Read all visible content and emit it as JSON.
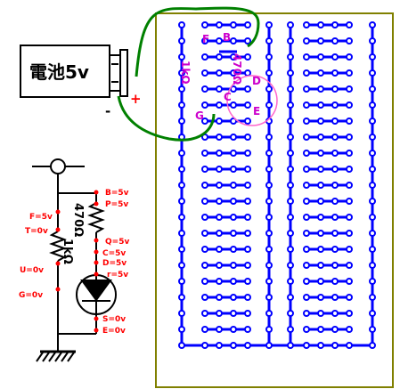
{
  "battery": {
    "label": "電池5v",
    "plus": "+",
    "minus": "-"
  },
  "board": {
    "part_letters": [
      "F",
      "B",
      "D",
      "C",
      "E",
      "G"
    ],
    "resistor_values": [
      "470Ω",
      "1kΩ"
    ]
  },
  "schematic": {
    "left_voltages": [
      "F=5v",
      "T=0v",
      "U=0v",
      "G=0v"
    ],
    "right_voltages": [
      "B=5v",
      "P=5v",
      "Q=5v",
      "C=5v",
      "D=5v",
      "r=5v",
      "S=0v",
      "E=0v"
    ],
    "resistor_labels": [
      "470Ω",
      "1kΩ"
    ]
  },
  "colors": {
    "board_border": "#808000",
    "trace": "#0000ff",
    "pad_fill": "#ffffff",
    "wire": "#008000",
    "label_red": "#ff0000",
    "label_magenta": "#cc00cc",
    "ink": "#000000"
  }
}
